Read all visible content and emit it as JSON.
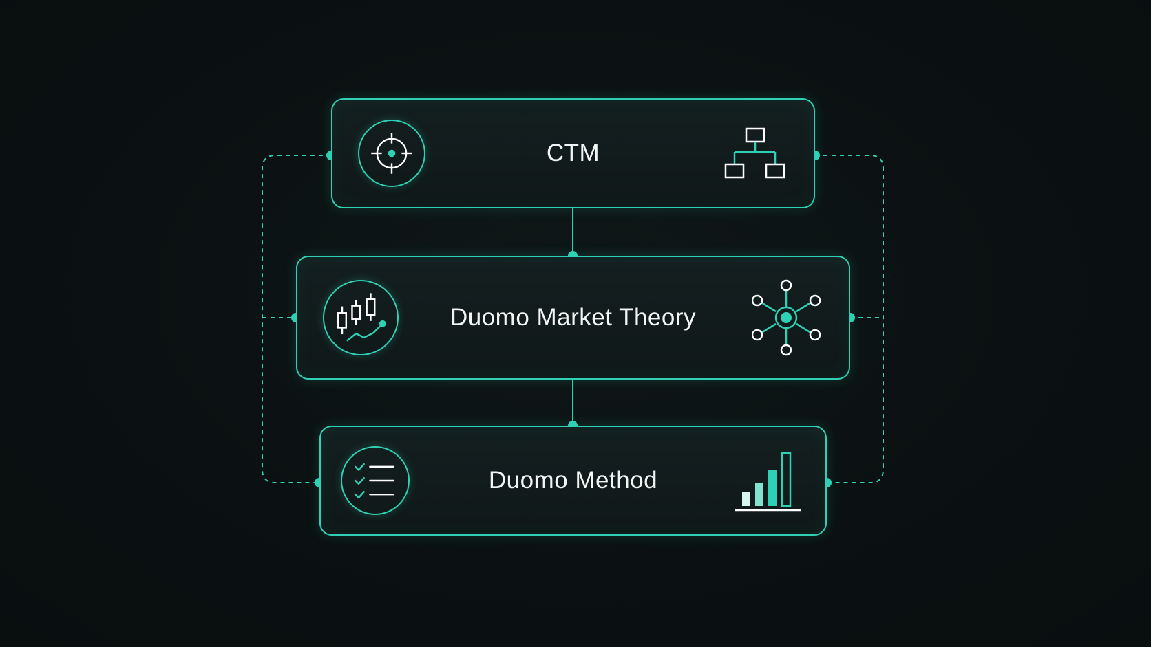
{
  "diagram": {
    "nodes": [
      {
        "id": "ctm",
        "label": "CTM",
        "left_icon": "crosshair-target-icon",
        "right_icon": "org-hierarchy-icon"
      },
      {
        "id": "dmt",
        "label": "Duomo Market Theory",
        "left_icon": "candlestick-chart-icon",
        "right_icon": "network-hub-icon"
      },
      {
        "id": "dm",
        "label": "Duomo Method",
        "left_icon": "checklist-icon",
        "right_icon": "bar-growth-icon"
      }
    ],
    "edges": [
      {
        "from": "ctm",
        "to": "dmt",
        "style": "solid"
      },
      {
        "from": "dmt",
        "to": "dm",
        "style": "solid"
      },
      {
        "from": "ctm",
        "to": "dm",
        "style": "dashed",
        "side": "left"
      },
      {
        "from": "ctm",
        "to": "dm",
        "style": "dashed",
        "side": "right"
      }
    ],
    "colors": {
      "accent": "#2fd1b4",
      "background": "#0b1112",
      "text": "#f1f5f4"
    }
  }
}
